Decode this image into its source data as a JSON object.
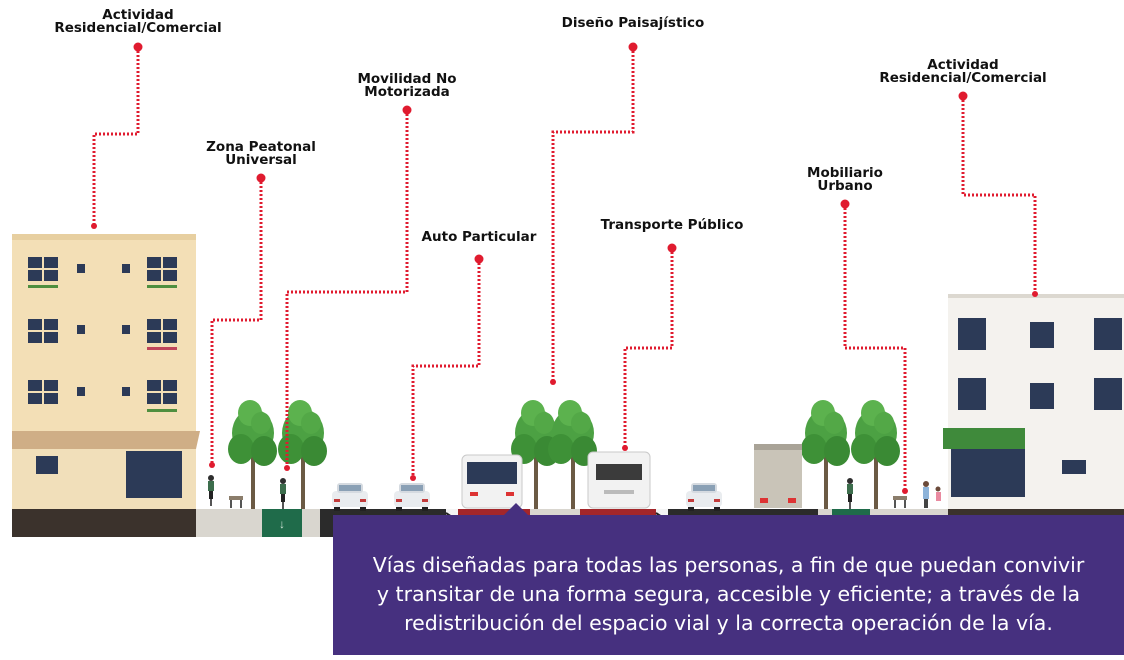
{
  "labels": [
    {
      "key": "res_left",
      "lines": [
        "Actividad",
        "Residencial/Comercial"
      ]
    },
    {
      "key": "peatonal",
      "lines": [
        "Zona Peatonal",
        "Universal"
      ]
    },
    {
      "key": "movilidad",
      "lines": [
        "Movilidad No",
        "Motorizada"
      ]
    },
    {
      "key": "auto",
      "lines": [
        "Auto Particular"
      ]
    },
    {
      "key": "paisaje",
      "lines": [
        "Diseño Paisajístico"
      ]
    },
    {
      "key": "transporte",
      "lines": [
        "Transporte Público"
      ]
    },
    {
      "key": "mobiliario",
      "lines": [
        "Mobiliario",
        "Urbano"
      ]
    },
    {
      "key": "res_right",
      "lines": [
        "Actividad",
        "Residencial/Comercial"
      ]
    }
  ],
  "caption": {
    "lines": [
      "Vías diseñadas para todas las personas, a fin de que puedan convivir",
      "y transitar de una forma segura, accesible y eficiente; a través de la",
      "redistribución del espacio vial y la correcta operación de la vía."
    ]
  },
  "colors": {
    "leader": "#e01b2f",
    "banner": "#46307f",
    "asphalt": "#2b2b2b",
    "bike_lane": "#1f6b4a",
    "bus_lane": "#a3262a",
    "sidewalk": "#d9d6cf",
    "building_left": "#f3dfb6",
    "building_right": "#f4f2ee",
    "tree": "#3f9a3a"
  },
  "icons": [
    "left-building-icon",
    "right-building-icon",
    "tree-icon",
    "car-icon",
    "bus-icon",
    "truck-icon",
    "cyclist-icon",
    "pedestrian-icon",
    "bench-icon"
  ]
}
